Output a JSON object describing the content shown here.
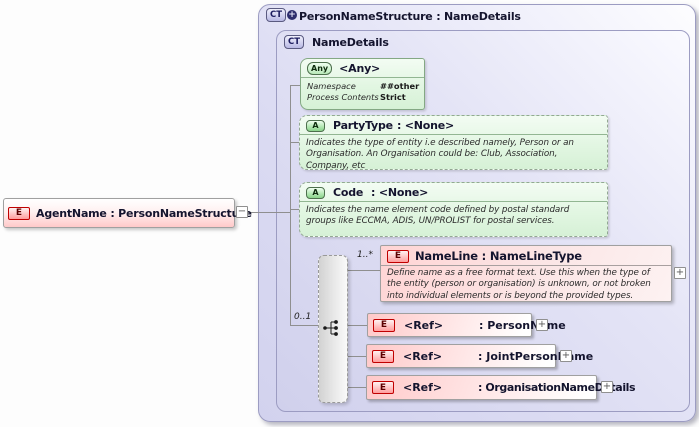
{
  "root_element": {
    "badge": "E",
    "label": "AgentName : PersonNameStructure",
    "collapse_label": "−"
  },
  "container": {
    "badge": "CT",
    "badge_plus": "+",
    "title": "PersonNameStructure : NameDetails"
  },
  "complex_type": {
    "badge": "CT",
    "title": "NameDetails"
  },
  "any_wildcard": {
    "badge": "Any",
    "title": "<Any>",
    "properties": [
      {
        "name": "Namespace",
        "value": "##other"
      },
      {
        "name": "Process Contents",
        "value": "Strict"
      }
    ]
  },
  "attributes": [
    {
      "badge": "A",
      "name": "PartyType",
      "type": ": <None>",
      "description": "Indicates the type of entity i.e described namely, Person or an Organisation. An Organisation could be: Club, Association, Company, etc"
    },
    {
      "badge": "A",
      "name": "Code",
      "type": ": <None>",
      "description": "Indicates the name element code defined by postal standard groups like ECCMA, ADIS, UN/PROLIST for postal services."
    }
  ],
  "sequence": {
    "choice_cardinality": "0..1",
    "nameline": {
      "badge": "E",
      "cardinality": "1..*",
      "label": "NameLine : NameLineType",
      "description": "Define name as a free format text. Use this when the type of the entity (person or organisation) is unknown, or not broken into individual elements or is beyond the provided types.",
      "expand_label": "+"
    },
    "references": [
      {
        "badge": "E",
        "ref": "<Ref>",
        "type": ": PersonName",
        "expand_label": "+"
      },
      {
        "badge": "E",
        "ref": "<Ref>",
        "type": ": JointPersonName",
        "expand_label": "+"
      },
      {
        "badge": "E",
        "ref": "<Ref>",
        "type": ": OrganisationNameDetails",
        "expand_label": "+"
      }
    ]
  },
  "colors": {
    "element_pink": "#ffd2d2",
    "attribute_green": "#def4de",
    "container_lavender": "#d8d8f2",
    "element_border_red": "#c00000"
  }
}
